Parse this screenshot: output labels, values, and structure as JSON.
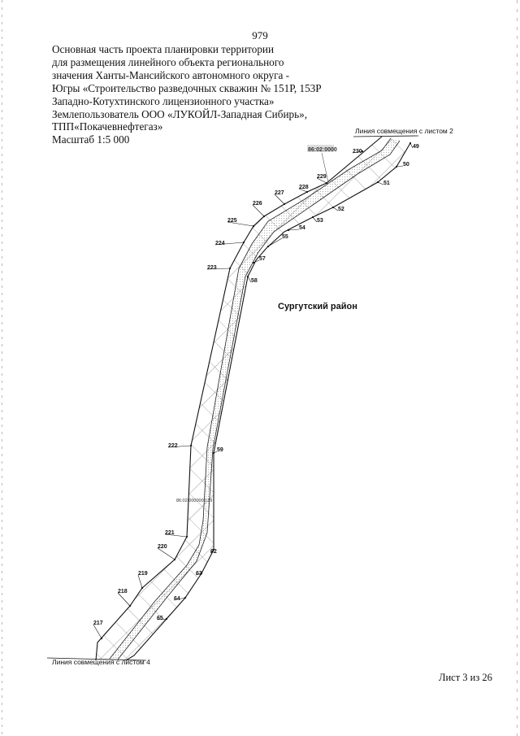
{
  "page_number": "979",
  "caption_lines": [
    "Основная часть проекта планировки территории",
    "для размещения линейного объекта регионального",
    "значения Ханты-Мансийского автономного округа -",
    "Югры «Строительство разведочных скважин № 151Р, 153Р",
    "Западно-Котухтинского лицензионного участка»",
    "Землепользователь ООО «ЛУКОЙЛ-Западная Сибирь»,",
    "ТПП«Покачевнефтегаз»",
    "Масштаб 1:5 000"
  ],
  "map": {
    "top_junction_label": "Линия совмещения с листом 2",
    "bottom_junction_label": "Линия совмещения с листом 4",
    "district_label": "Сургутский район",
    "cadastral_top": "86:02:0000",
    "cadastral_middle": "86:02:0000000:39",
    "left_points": [
      "230",
      "229",
      "228",
      "227",
      "226",
      "225",
      "224",
      "223",
      "222",
      "221",
      "220",
      "219",
      "218",
      "217"
    ],
    "right_points": [
      "49",
      "50",
      "51",
      "52",
      "53",
      "54",
      "55",
      "57",
      "58",
      "59",
      "62",
      "63",
      "64",
      "65"
    ]
  },
  "footer": {
    "sheet_label": "Лист 3 из 26"
  }
}
